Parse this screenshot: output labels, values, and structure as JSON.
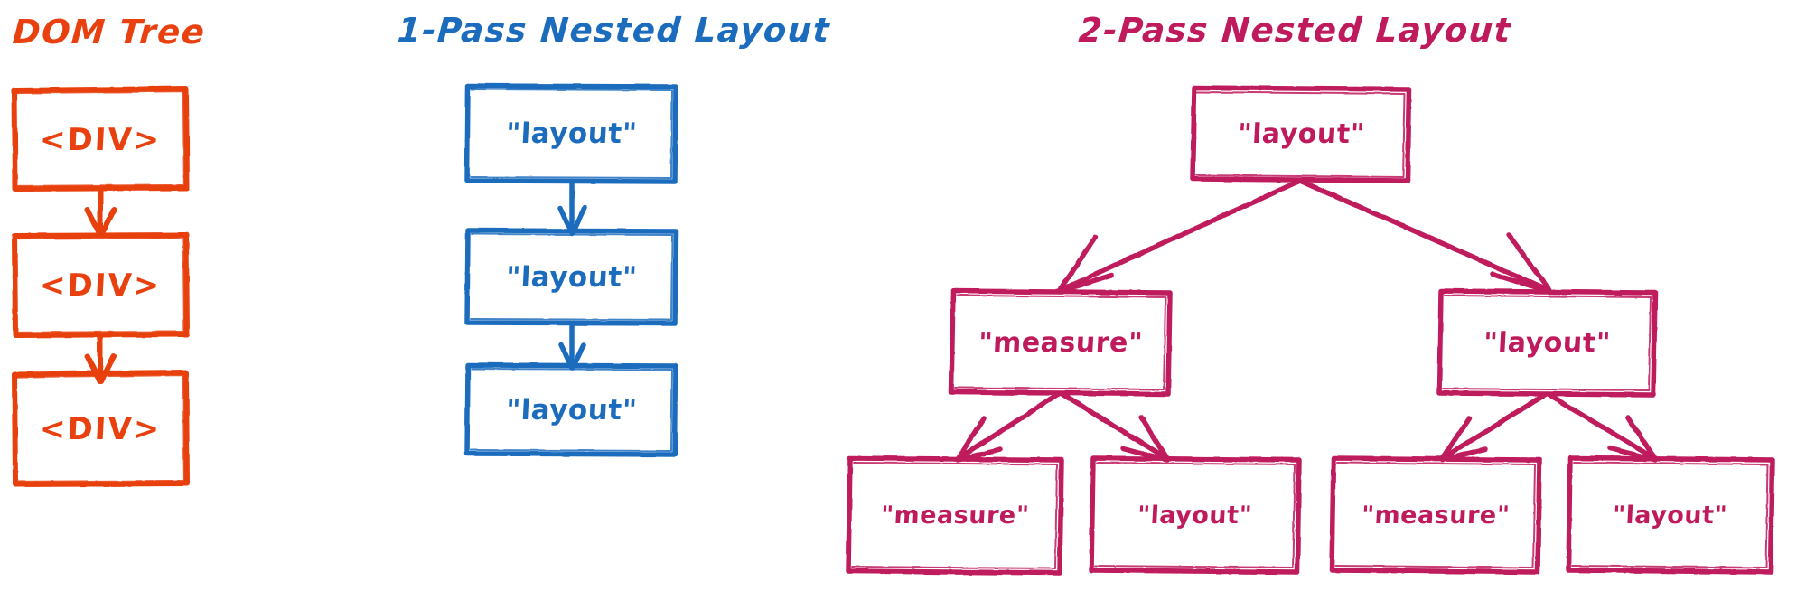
{
  "page": {
    "background_color": "#ffffff",
    "style": "hand-drawn sketch diagram"
  },
  "sections": [
    {
      "id": "dom-tree",
      "title": "DOM Tree",
      "color": "#E8400F",
      "nodes": [
        {
          "id": "dom-node-1",
          "label": "<DIV>"
        },
        {
          "id": "dom-node-2",
          "label": "<DIV>"
        },
        {
          "id": "dom-node-3",
          "label": "<DIV>"
        }
      ]
    },
    {
      "id": "one-pass-nested-layout",
      "title": "1-Pass Nested Layout",
      "color": "#1C6CBE",
      "nodes": [
        {
          "id": "onepass-node-1",
          "label": "\"layout\""
        },
        {
          "id": "onepass-node-2",
          "label": "\"layout\""
        },
        {
          "id": "onepass-node-3",
          "label": "\"layout\""
        }
      ]
    },
    {
      "id": "two-pass-nested-layout",
      "title": "2-Pass Nested Layout",
      "color": "#BE1A5C",
      "nodes": [
        {
          "id": "twopass-root",
          "label": "\"layout\""
        },
        {
          "id": "twopass-mid-left",
          "label": "\"measure\""
        },
        {
          "id": "twopass-mid-right",
          "label": "\"layout\""
        },
        {
          "id": "twopass-leaf-1",
          "label": "\"measure\""
        },
        {
          "id": "twopass-leaf-2",
          "label": "\"layout\""
        },
        {
          "id": "twopass-leaf-3",
          "label": "\"measure\""
        },
        {
          "id": "twopass-leaf-4",
          "label": "\"layout\""
        }
      ]
    }
  ]
}
